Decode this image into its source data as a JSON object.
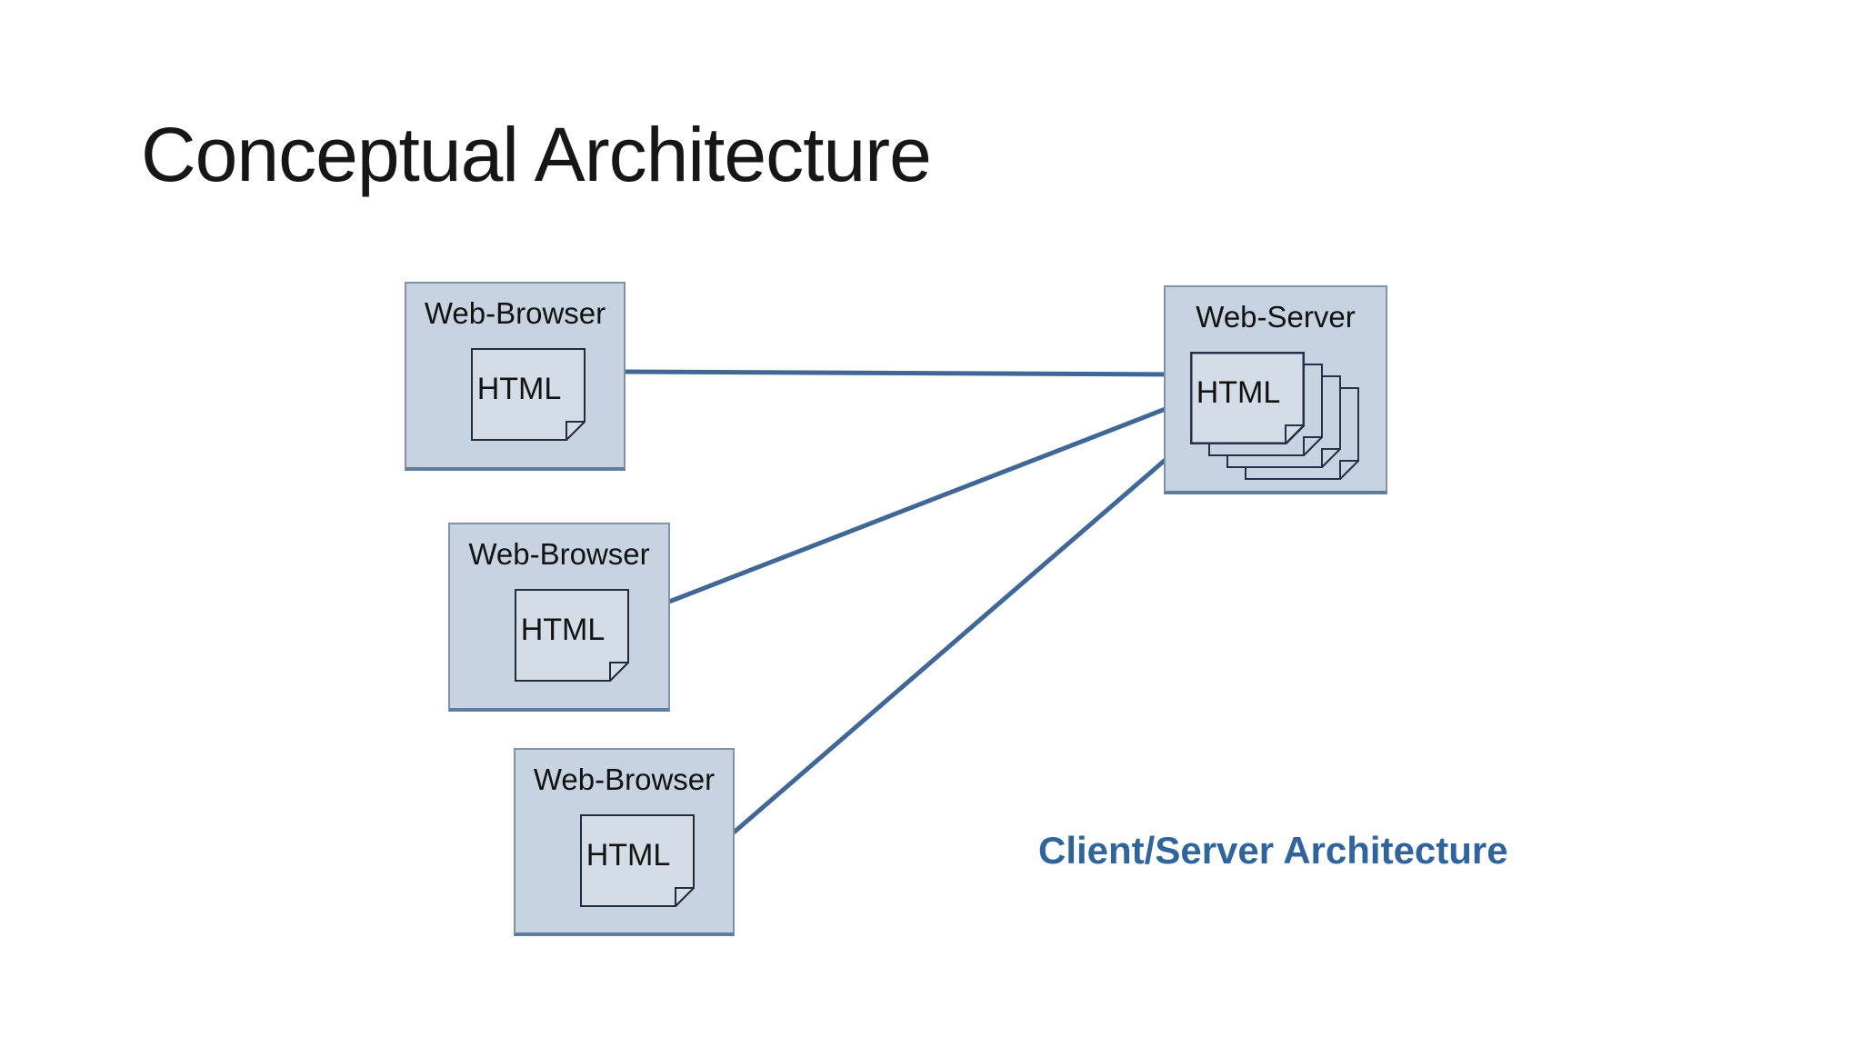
{
  "slide": {
    "title": "Conceptual Architecture",
    "caption": "Client/Server Architecture"
  },
  "nodes": {
    "browsers": [
      {
        "label": "Web-Browser",
        "doc_label": "HTML"
      },
      {
        "label": "Web-Browser",
        "doc_label": "HTML"
      },
      {
        "label": "Web-Browser",
        "doc_label": "HTML"
      }
    ],
    "server": {
      "label": "Web-Server",
      "doc_label": "HTML",
      "document_count": 4
    }
  },
  "connections": [
    {
      "from": "web-browser-1",
      "to": "web-server"
    },
    {
      "from": "web-browser-2",
      "to": "web-server"
    },
    {
      "from": "web-browser-3",
      "to": "web-server"
    }
  ],
  "icons": {
    "document": "page-with-folded-corner"
  },
  "colors": {
    "background": "#ffffff",
    "title_text": "#161616",
    "node_fill": "#c7d3e1",
    "node_border": "#7e92a8",
    "document_fill": "#d4dde7",
    "document_border": "#233044",
    "connector": "#3f6896",
    "caption_text": "#2f659c"
  }
}
